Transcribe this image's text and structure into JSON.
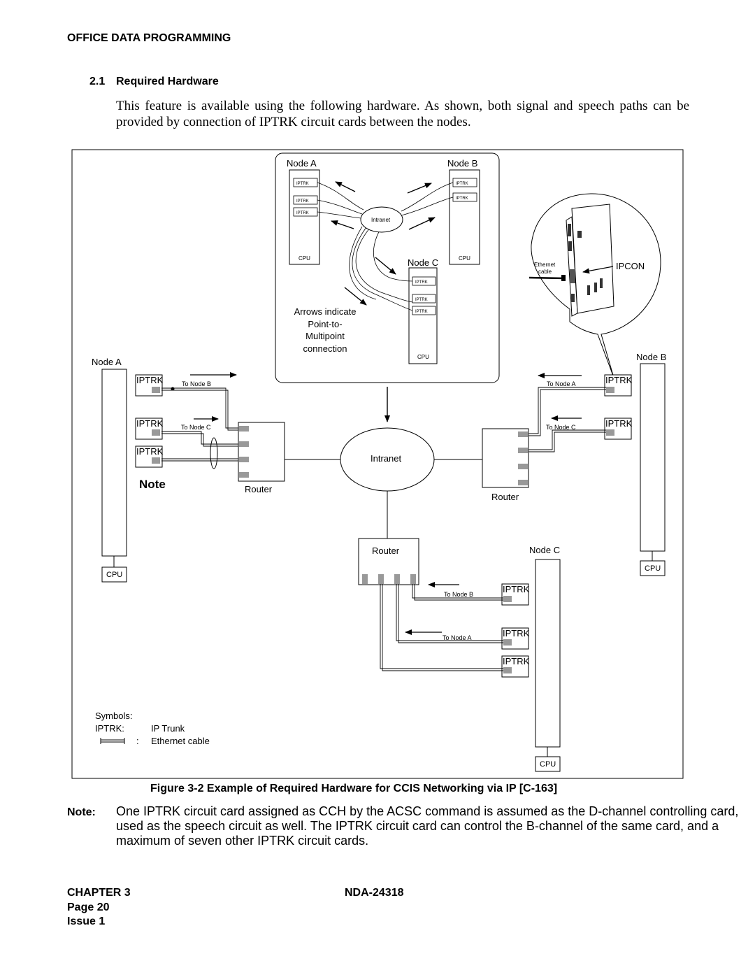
{
  "header": {
    "title": "OFFICE DATA PROGRAMMING"
  },
  "section": {
    "number": "2.1",
    "title": "Required Hardware",
    "intro": "This feature is available using the following hardware. As shown, both signal and speech paths can be provided by connection of IPTRK circuit cards between the nodes."
  },
  "diagram": {
    "inset": {
      "node_a": "Node A",
      "node_b": "Node B",
      "node_c": "Node C",
      "card": "IPTRK",
      "cpu": "CPU",
      "intranet": "Intranet",
      "arrows_note": [
        "Arrows indicate",
        "Point-to-",
        "Multipoint",
        "connection"
      ]
    },
    "ipcon": {
      "label": "IPCON",
      "ethernet": [
        "Ethernet",
        "cable"
      ]
    },
    "node_a": "Node A",
    "node_b": "Node B",
    "node_c": "Node C",
    "card": "IPTRK",
    "cpu": "CPU",
    "router": "Router",
    "intranet": "Intranet",
    "note_marker": "Note",
    "to_node_a": "To Node A",
    "to_node_b": "To Node B",
    "to_node_c": "To Node C",
    "symbols": {
      "title": "Symbols:",
      "iptrk_key": "IPTRK:",
      "iptrk_value": "IP Trunk",
      "cable_sep": ":",
      "cable_value": "Ethernet cable"
    }
  },
  "figure": {
    "caption": "Figure 3-2   Example of Required Hardware for CCIS Networking via IP [C-163]"
  },
  "note": {
    "label": "Note:",
    "text": "One IPTRK circuit card assigned as CCH by the ACSC command is assumed as the D-channel controlling card, used as the speech circuit as well. The IPTRK circuit card can control the B-channel of the same card, and a maximum of seven other IPTRK circuit cards."
  },
  "footer": {
    "chapter": "CHAPTER 3",
    "page": "Page 20",
    "issue": "Issue 1",
    "doc_number": "NDA-24318"
  }
}
